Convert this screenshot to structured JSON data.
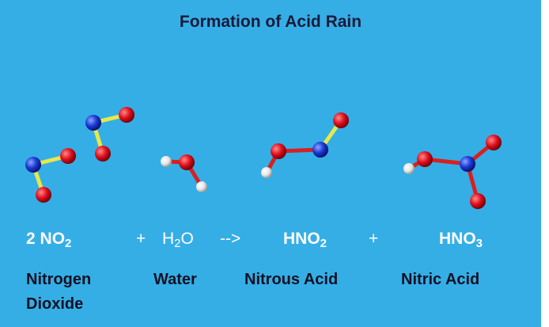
{
  "title": "Formation of Acid Rain",
  "equation": {
    "no2_coef": "2",
    "no2_main": "NO",
    "no2_sub": "2",
    "plus1": "+",
    "h2o_h": "H",
    "h2o_sub": "2",
    "h2o_o": "O",
    "arrow": "-->",
    "hno2_main": "HNO",
    "hno2_sub": "2",
    "plus2": "+",
    "hno3_main": "HNO",
    "hno3_sub": "3"
  },
  "labels": {
    "nitrogen": "Nitrogen",
    "dioxide": "Dioxide",
    "water": "Water",
    "nitrous_acid": "Nitrous Acid",
    "nitric_acid": "Nitric Acid"
  },
  "colors": {
    "background": "#35aee6",
    "oxygen": "#e0101e",
    "nitrogen": "#1a3ad8",
    "hydrogen": "#eeeeee",
    "bond_nitrogen": "#e8e84a",
    "bond_oxygen": "#d82020"
  }
}
